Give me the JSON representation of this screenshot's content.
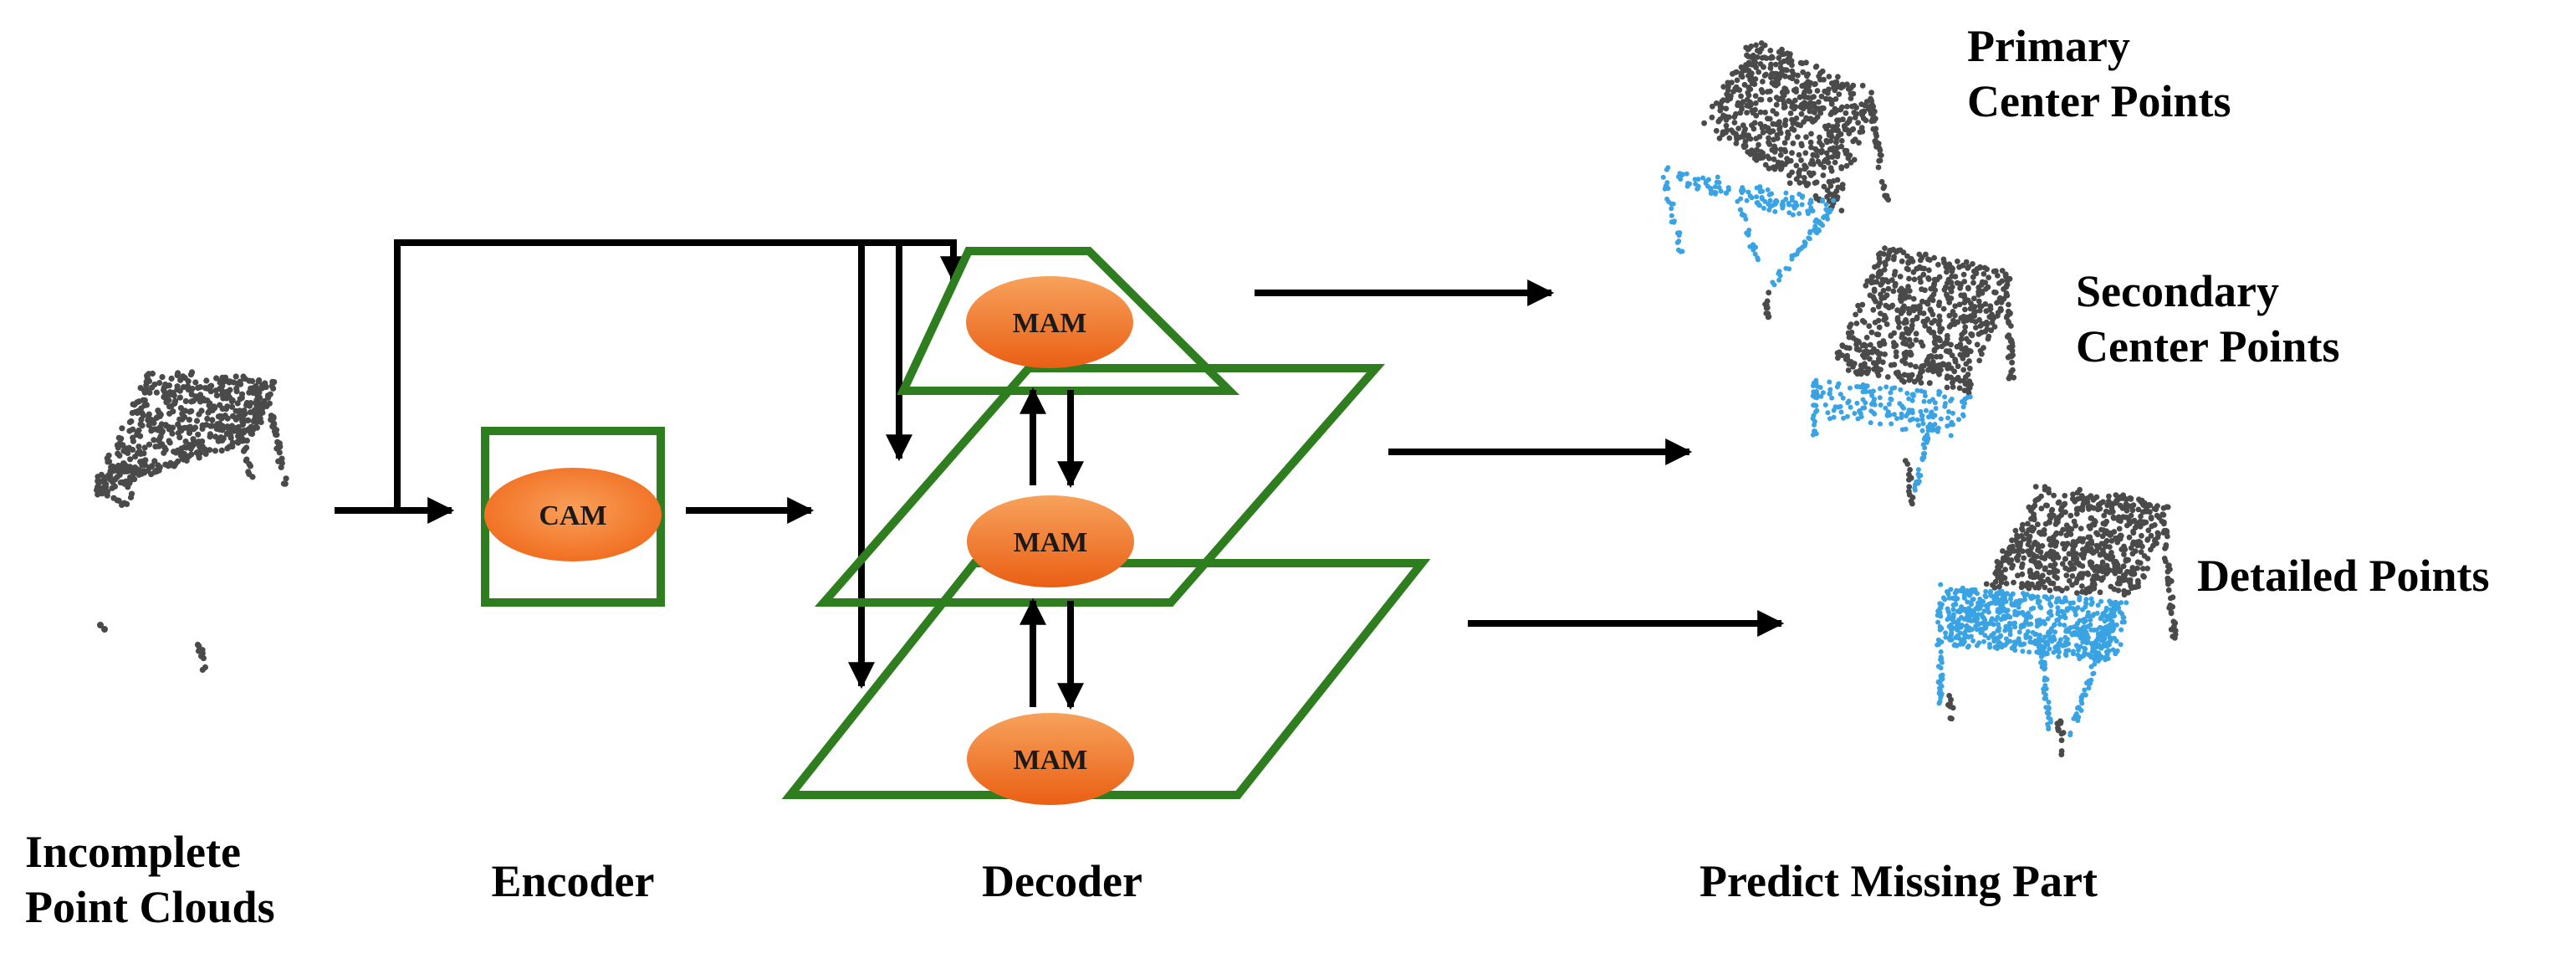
{
  "labels": {
    "incomplete": [
      "Incomplete",
      "Point Clouds"
    ],
    "encoder": "Encoder",
    "decoder": "Decoder",
    "predict": "Predict Missing Part",
    "primary": [
      "Primary",
      "Center Points"
    ],
    "secondary": [
      "Secondary",
      "Center Points"
    ],
    "detailed": "Detailed Points"
  },
  "modules": {
    "encoder_module": "CAM",
    "decoder_module": "MAM"
  },
  "colors": {
    "frame_green": "#2e7d1e",
    "module_orange": "#f06a1c",
    "module_orange_light": "#f9a05a",
    "arrow": "#000000",
    "points_gray": "#4a4a4a",
    "points_blue": "#3aa3e3"
  }
}
